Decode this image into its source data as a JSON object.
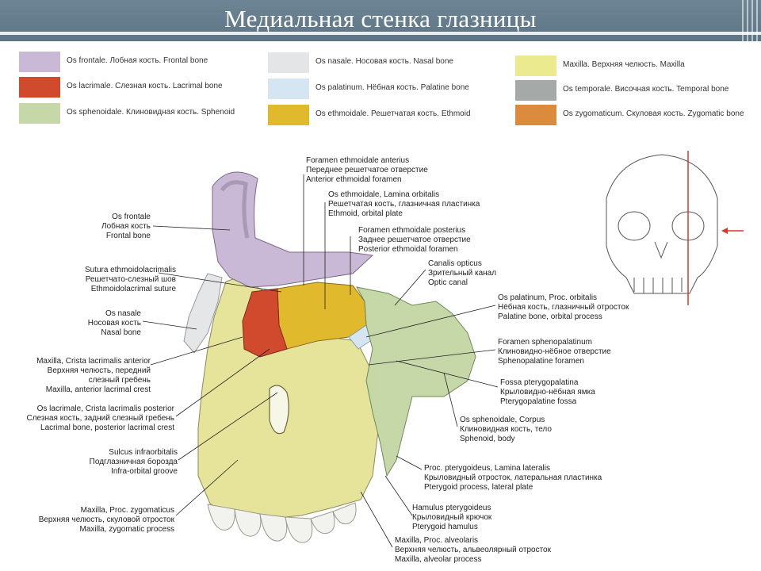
{
  "slide": {
    "title": "Медиальная стенка глазницы"
  },
  "legend": [
    {
      "color": "#c9b8d6",
      "text": "Os frontale. Лобная кость. Frontal bone"
    },
    {
      "color": "#d24a2e",
      "text": "Os lacrimale. Слезная кость. Lacrimal bone"
    },
    {
      "color": "#c6d8a8",
      "text": "Os sphenoidale. Клиновидная кость. Sphenoid"
    },
    {
      "color": "#e3e5e7",
      "text": "Os nasale. Носовая кость. Nasal bone"
    },
    {
      "color": "#d5e6f2",
      "text": "Os palatinum. Нёбная кость. Palatine bone"
    },
    {
      "color": "#e0b92c",
      "text": "Os ethmoidale. Решетчатая кость. Ethmoid"
    },
    {
      "color": "#ecea8e",
      "text": "Maxilla. Верхняя челюсть. Maxilla"
    },
    {
      "color": "#a5a9a8",
      "text": "Os temporale. Височная кость. Temporal bone"
    },
    {
      "color": "#dc8a3c",
      "text": "Os zygomaticum. Скуловая кость. Zygomatic bone"
    }
  ],
  "labels": {
    "frontal": [
      "Os frontale",
      "Лобная кость",
      "Frontal bone"
    ],
    "sutura": [
      "Sutura ethmoidolacrimalis",
      "Решетчато-слезный шов",
      "Ethmoidolacrimal suture"
    ],
    "nasal": [
      "Os nasale",
      "Носовая кость",
      "Nasal bone"
    ],
    "crista_ant": [
      "Maxilla, Crista lacrimalis anterior",
      "Верхняя челюсть, передний",
      "слезный гребень",
      "Maxilla, anterior lacrimal crest"
    ],
    "crista_post": [
      "Os lacrimale, Crista lacrimalis posterior",
      "Слезная кость, задний слезный гребень",
      "Lacrimal bone, posterior lacrimal crest"
    ],
    "sulcus": [
      "Sulcus infraorbitalis",
      "Подглазничная борозда",
      "Infra-orbital groove"
    ],
    "zygomaticus": [
      "Maxilla, Proc. zygomaticus",
      "Верхняя челюсть, скуловой отросток",
      "Maxilla, zygomatic process"
    ],
    "foramen_ant": [
      "Foramen ethmoidale anterius",
      "Переднее решетчатое отверстие",
      "Anterior ethmoidal foramen"
    ],
    "lamina_orb": [
      "Os ethmoidale, Lamina orbitalis",
      "Решетчатая кость, глазничная пластинка",
      "Ethmoid, orbital plate"
    ],
    "foramen_post": [
      "Foramen ethmoidale posterius",
      "Заднее решетчатое отверстие",
      "Posterior ethmoidal foramen"
    ],
    "canalis": [
      "Canalis opticus",
      "Зрительный канал",
      "Optic canal"
    ],
    "palatinum": [
      "Os palatinum, Proc. orbitalis",
      "Нёбная кость, глазничный отросток",
      "Palatine bone, orbital process"
    ],
    "spheno_foramen": [
      "Foramen sphenopalatinum",
      "Клиновидно-нёбное отверстие",
      "Sphenopalatine foramen"
    ],
    "fossa": [
      "Fossa pterygopalatina",
      "Крыловидно-нёбная ямка",
      "Pterygopalatine fossa"
    ],
    "sphenoid_body": [
      "Os sphenoidale, Corpus",
      "Клиновидная кость, тело",
      "Sphenoid, body"
    ],
    "pterygoid": [
      "Proc. pterygoideus, Lamina lateralis",
      "Крыловидный отросток, латеральная пластинка",
      "Pterygoid process, lateral plate"
    ],
    "hamulus": [
      "Hamulus pterygoideus",
      "Крыловидный крючок",
      "Pterygoid hamulus"
    ],
    "alveolaris": [
      "Maxilla, Proc. alveolaris",
      "Верхняя челюсть, альвеолярный отросток",
      "Maxilla, alveolar process"
    ]
  }
}
